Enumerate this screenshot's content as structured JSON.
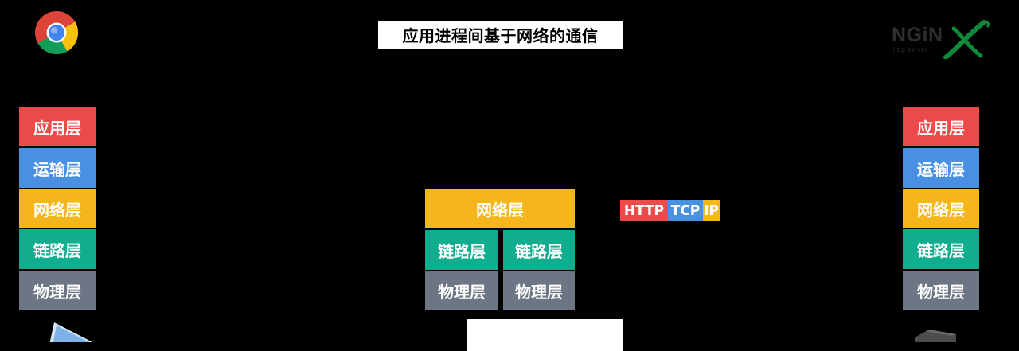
{
  "title": "应用进程间基于网络的通信",
  "left_stack": {
    "application": "应用层",
    "transport": "运输层",
    "network": "网络层",
    "link": "链路层",
    "physical": "物理层"
  },
  "router_stack": {
    "network": "网络层",
    "link_a": "链路层",
    "link_b": "链路层",
    "physical_a": "物理层",
    "physical_b": "物理层"
  },
  "right_stack": {
    "application": "应用层",
    "transport": "运输层",
    "network": "网络层",
    "link": "链路层",
    "physical": "物理层"
  },
  "packet": {
    "http": "HTTP",
    "tcp": "TCP",
    "ip": "IP"
  },
  "logos": {
    "client_browser": "chrome-icon",
    "server_software_word": "NGiN",
    "server_software_tagline": "http server"
  },
  "colors": {
    "application": "#ed4a4a",
    "transport": "#4a90e2",
    "network": "#f4b61b",
    "link": "#10ae8f",
    "physical": "#6e7685",
    "background": "#000000"
  }
}
